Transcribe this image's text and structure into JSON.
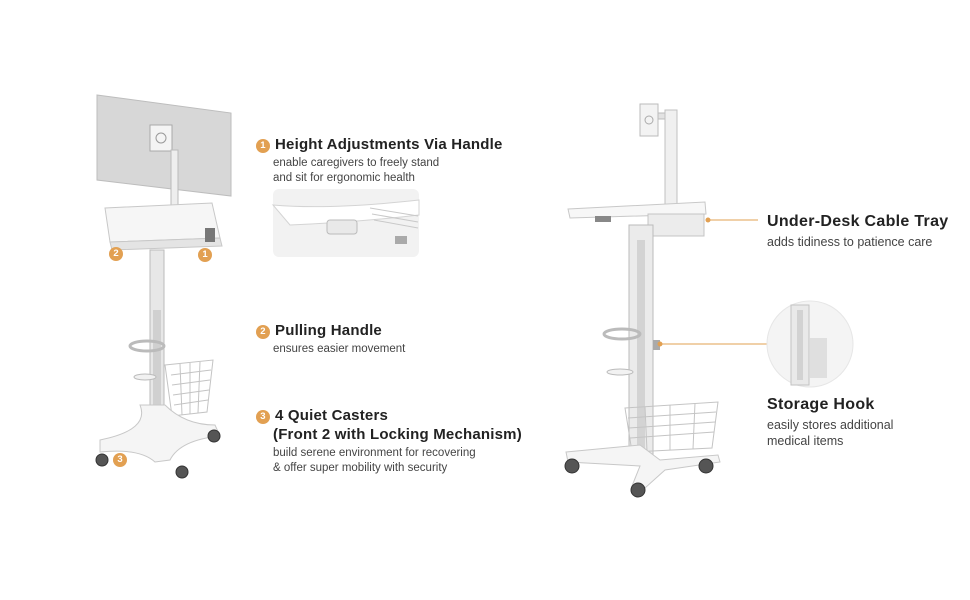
{
  "left_features": [
    {
      "number": "1",
      "title": "Height Adjustments Via Handle",
      "desc_lines": [
        "enable caregivers to freely stand",
        "and sit for ergonomic health"
      ]
    },
    {
      "number": "2",
      "title": "Pulling Handle",
      "desc_lines": [
        "ensures easier movement"
      ]
    },
    {
      "number": "3",
      "title_lines": [
        "4 Quiet Casters",
        "(Front 2 with Locking Mechanism)"
      ],
      "desc_lines": [
        "build serene environment for recovering",
        "& offer super mobility with security"
      ]
    }
  ],
  "left_image_badges": [
    "2",
    "1",
    "3"
  ],
  "right_features": [
    {
      "title": "Under-Desk Cable Tray",
      "desc_lines": [
        "adds tidiness to patience care"
      ]
    },
    {
      "title": "Storage Hook",
      "desc_lines": [
        "easily stores additional",
        "medical items"
      ]
    }
  ],
  "colors": {
    "accent": "#e2a052",
    "product_white": "#f4f4f4",
    "metal": "#d8d8d8",
    "text": "#222222"
  }
}
